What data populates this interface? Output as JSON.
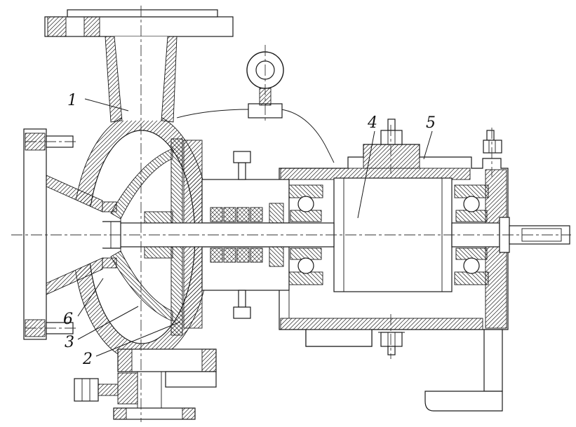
{
  "drawing": {
    "background": "#ffffff",
    "line_color": "#1a1a1a",
    "labels": [
      {
        "text": "1"
      },
      {
        "text": "2"
      },
      {
        "text": "3"
      },
      {
        "text": "4"
      },
      {
        "text": "5"
      },
      {
        "text": "6"
      }
    ]
  }
}
